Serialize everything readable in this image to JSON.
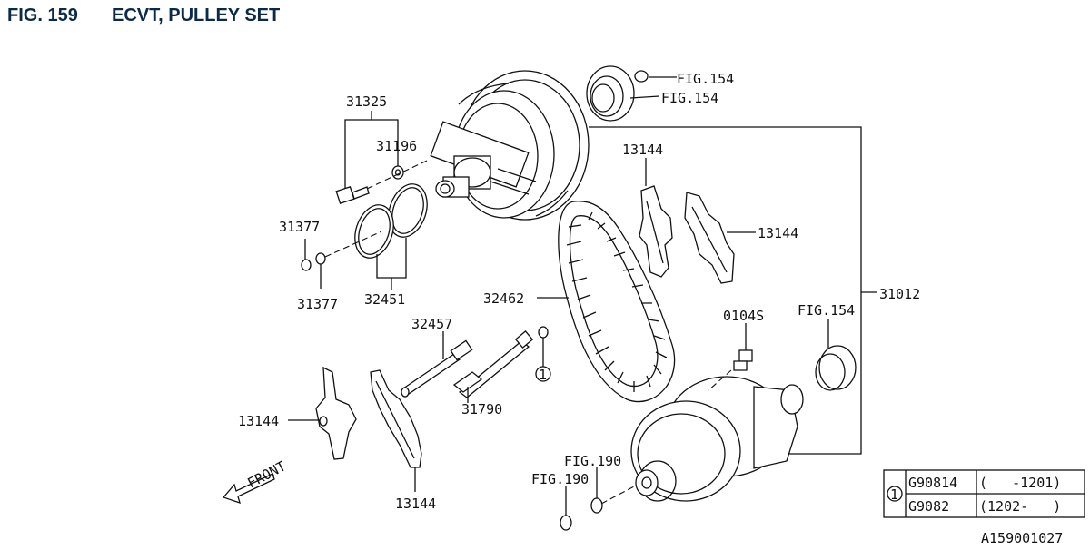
{
  "header": {
    "fig_number": "FIG. 159",
    "title": "ECVT, PULLEY SET"
  },
  "labels": {
    "l_31325": "31325",
    "l_31196": "31196",
    "l_31377a": "31377",
    "l_31377b": "31377",
    "l_32451": "32451",
    "l_fig154a": "FIG.154",
    "l_fig154b": "FIG.154",
    "l_13144a": "13144",
    "l_13144b": "13144",
    "l_13144c": "13144",
    "l_13144d": "13144",
    "l_31012": "31012",
    "l_32462": "32462",
    "l_32457": "32457",
    "l_31790": "31790",
    "l_0104s": "0104S",
    "l_fig154c": "FIG.154",
    "l_fig190a": "FIG.190",
    "l_fig190b": "FIG.190",
    "front": "FRONT",
    "ref1": "1",
    "code": "A159001027"
  },
  "legend": {
    "ref": "1",
    "rows": [
      {
        "part": "G90814",
        "range": "(   -1201)"
      },
      {
        "part": "G9082",
        "range": "(1202-   )"
      }
    ]
  }
}
